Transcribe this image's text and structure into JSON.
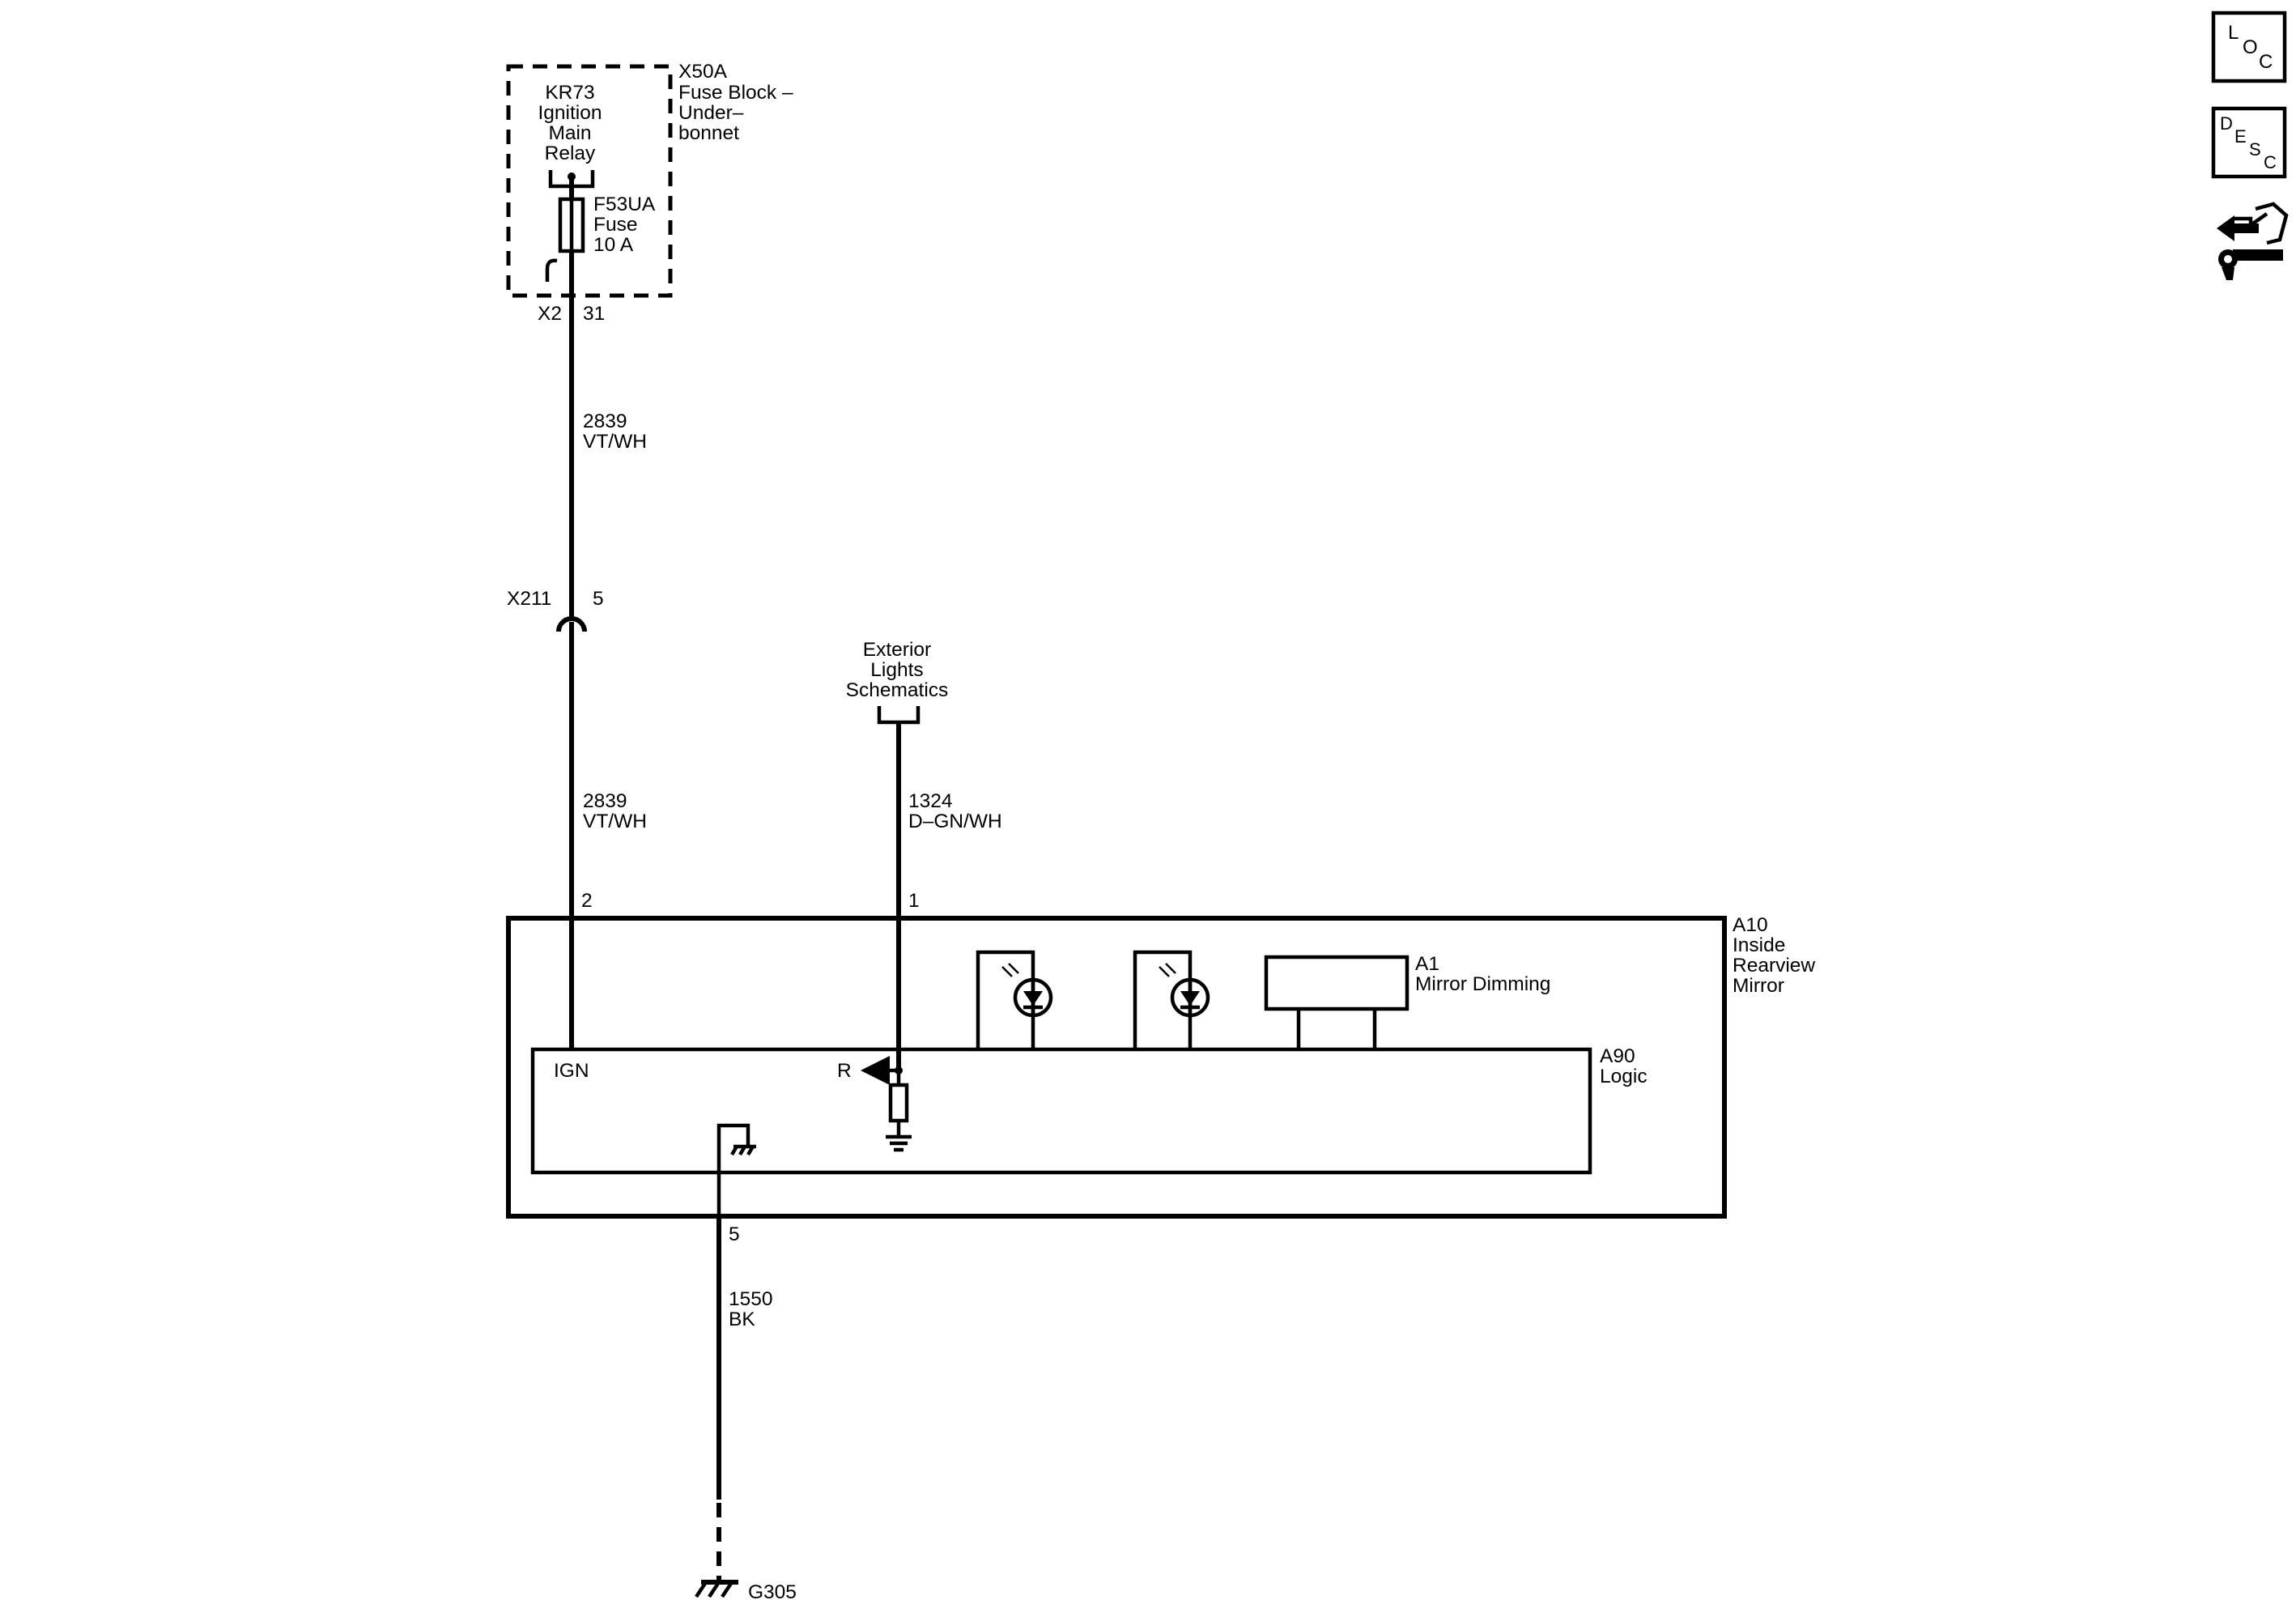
{
  "fuse_block": {
    "id": "X50A",
    "name_line1": "Fuse Block –",
    "name_line2": "Under–",
    "name_line3": "bonnet"
  },
  "relay": {
    "id": "KR73",
    "line1": "Ignition",
    "line2": "Main",
    "line3": "Relay"
  },
  "fuse": {
    "id": "F53UA",
    "line1": "Fuse",
    "rating": "10 A"
  },
  "fuse_connector": {
    "id": "X2",
    "pin": "31"
  },
  "wire_upper": {
    "circuit": "2839",
    "color": "VT/WH"
  },
  "inline_connector": {
    "id": "X211",
    "pin": "5"
  },
  "wire_lower": {
    "circuit": "2839",
    "color": "VT/WH"
  },
  "ext_ref": {
    "line1": "Exterior",
    "line2": "Lights",
    "line3": "Schematics"
  },
  "wire_lights": {
    "circuit": "1324",
    "color": "D–GN/WH"
  },
  "pins": {
    "ign": "2",
    "lights": "1",
    "ground": "5"
  },
  "mirror": {
    "id": "A10",
    "line1": "Inside",
    "line2": "Rearview",
    "line3": "Mirror"
  },
  "dimming": {
    "id": "A1",
    "name": "Mirror Dimming"
  },
  "logic": {
    "id": "A90",
    "name": "Logic",
    "ign_label": "IGN",
    "r_label": "R"
  },
  "wire_ground": {
    "circuit": "1550",
    "color": "BK"
  },
  "ground": {
    "id": "G305"
  },
  "nav": {
    "loc": {
      "l": "L",
      "o": "O",
      "c": "C"
    },
    "desc": {
      "d": "D",
      "e": "E",
      "s": "S",
      "c": "C"
    },
    "tool_icon": "connector-tool-icon"
  }
}
